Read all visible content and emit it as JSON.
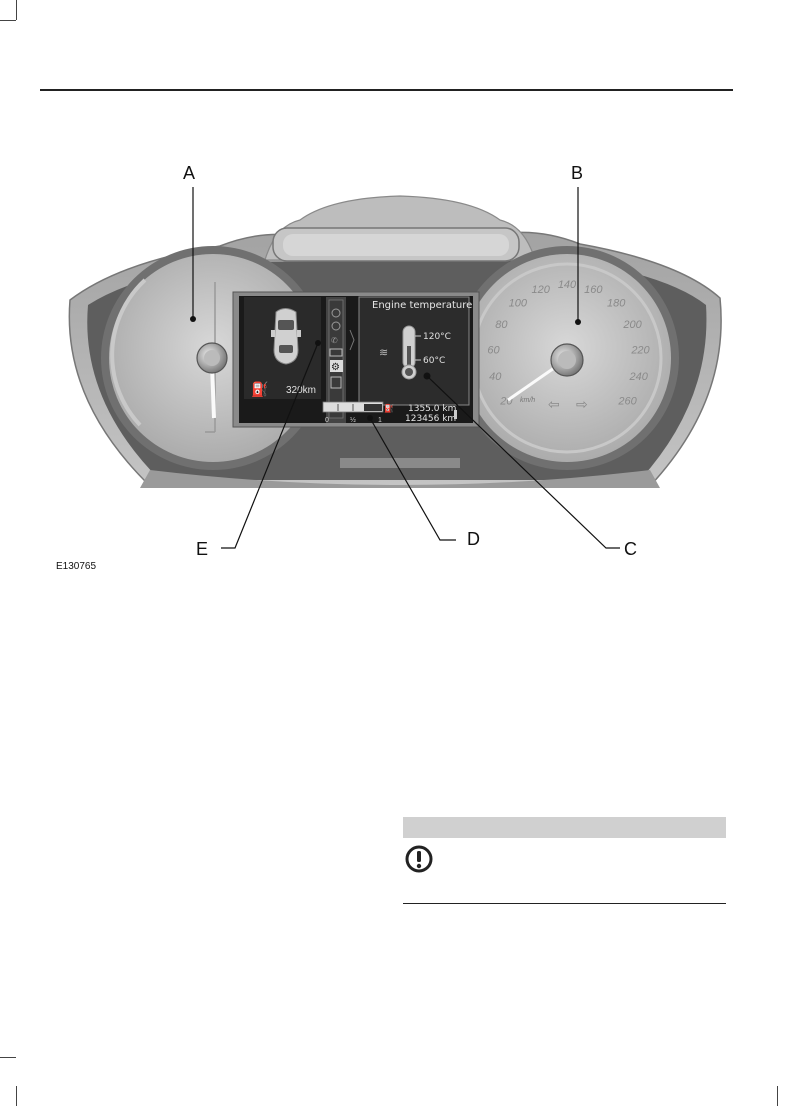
{
  "figure": {
    "id": "E130765",
    "callouts": {
      "a": "A",
      "b": "B",
      "c": "C",
      "d": "D",
      "e": "E"
    },
    "display": {
      "title": "Engine temperature",
      "temp_high": "120°C",
      "temp_low": "60°C",
      "range": "320km",
      "trip": "1355.0 km",
      "odometer": "123456 km",
      "fuel_scale": [
        "0",
        "½",
        "1"
      ]
    },
    "speedometer": {
      "unit": "km/h",
      "ticks": [
        "20",
        "40",
        "60",
        "80",
        "100",
        "120",
        "140",
        "160",
        "180",
        "200",
        "220",
        "240",
        "260"
      ]
    }
  },
  "colors": {
    "warning_bar": "#d0d0d0"
  }
}
